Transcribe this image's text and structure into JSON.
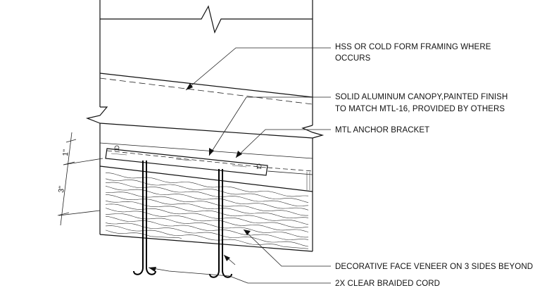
{
  "notes": {
    "framing": [
      "HSS OR COLD FORM FRAMING WHERE",
      "OCCURS"
    ],
    "canopy": [
      "SOLID ALUMINUM CANOPY,PAINTED FINISH",
      "TO MATCH MTL-16, PROVIDED BY OTHERS"
    ],
    "bracket": "MTL ANCHOR BRACKET",
    "veneer": "DECORATIVE FACE VENEER ON 3 SIDES BEYOND",
    "cord": "2X CLEAR BRAIDED CORD"
  },
  "dimensions": {
    "bracket_depth": "1\"",
    "veneer_depth": "3\""
  }
}
